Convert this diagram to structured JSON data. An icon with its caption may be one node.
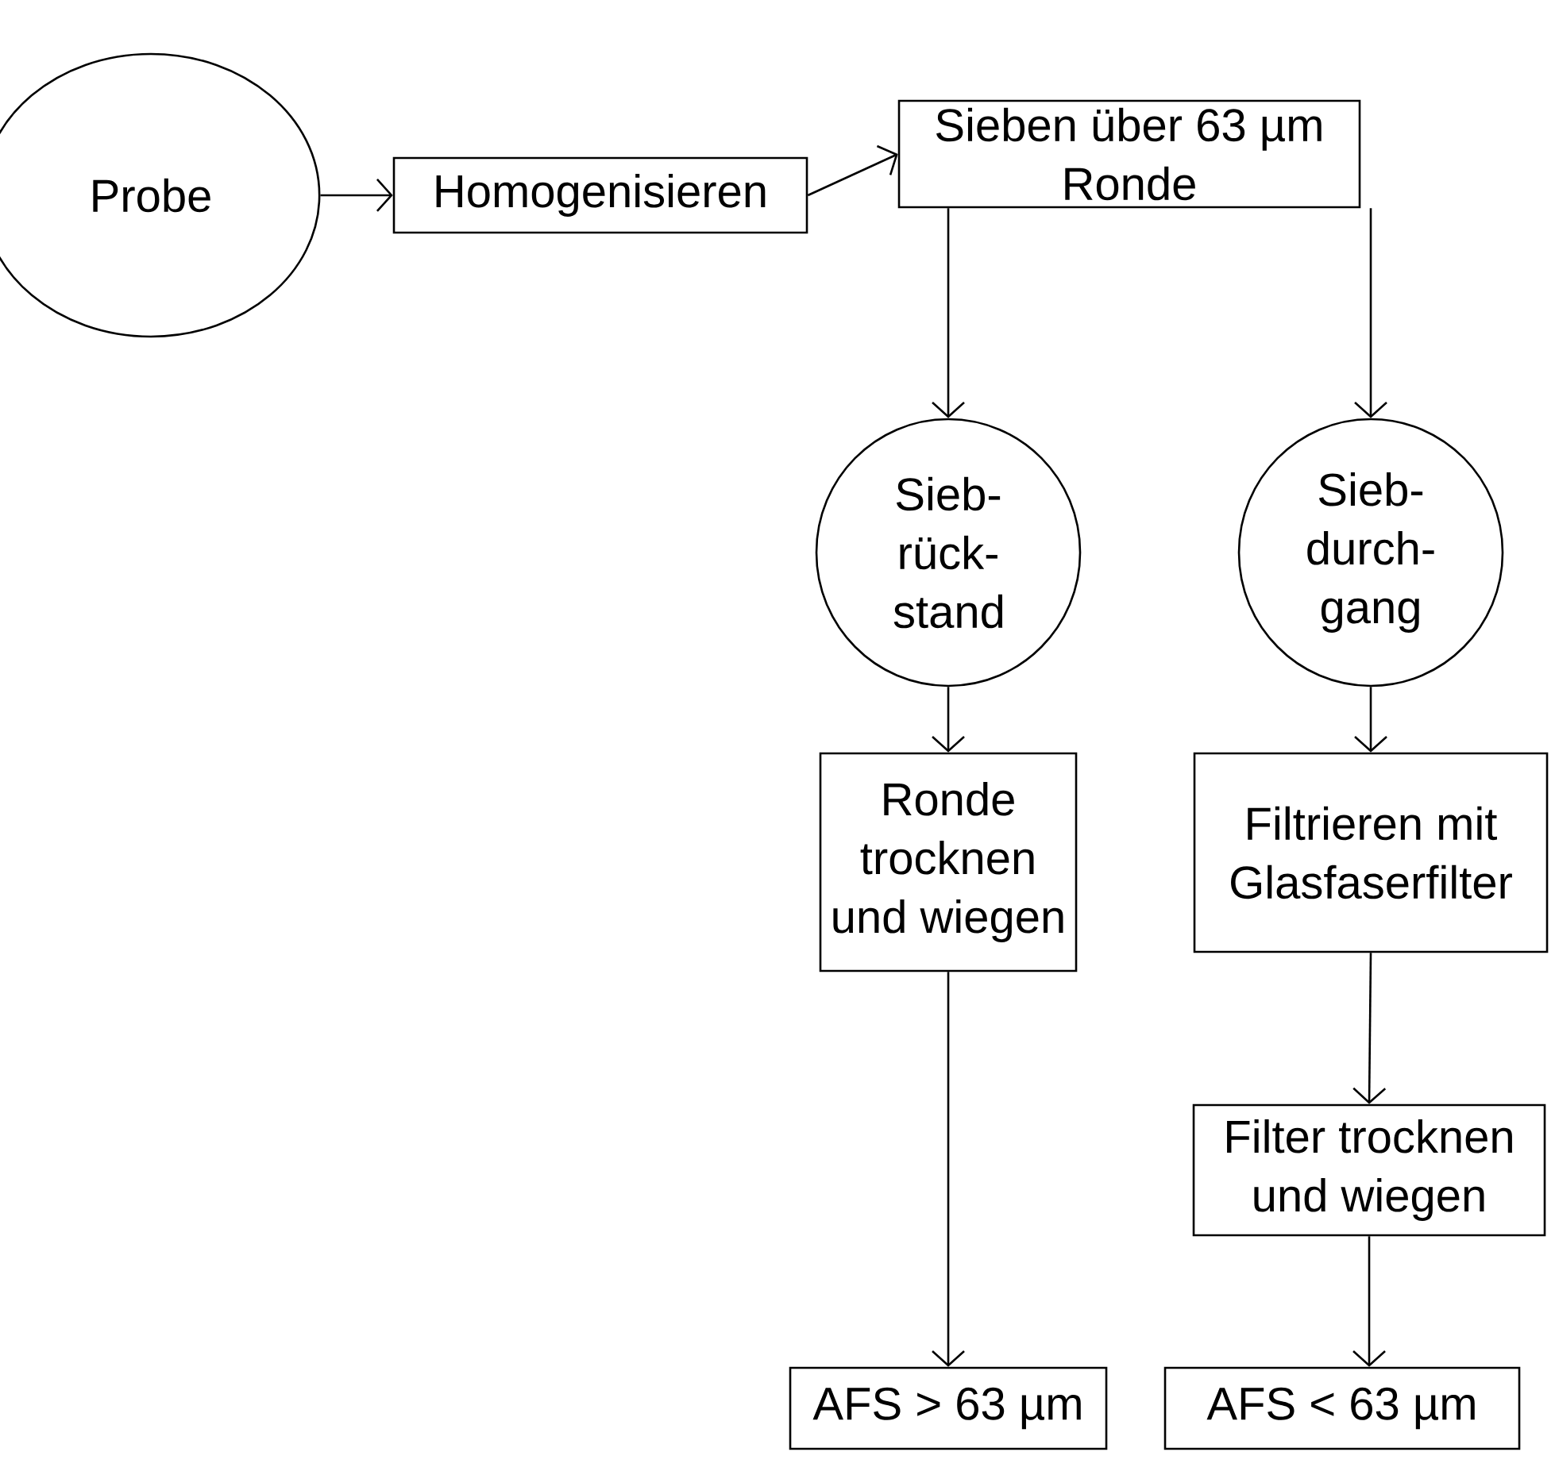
{
  "diagram": {
    "nodes": [
      {
        "text": [
          "Probe"
        ]
      },
      {
        "text": [
          "Homogenisieren"
        ]
      },
      {
        "text": [
          "Sieben über 63 µm Ronde"
        ]
      },
      {
        "text": [
          "Sieb- rück- stand"
        ]
      },
      {
        "text": [
          "Sieb- durch- gang"
        ]
      },
      {
        "text": [
          "Ronde trocknen und wiegen"
        ]
      },
      {
        "text": [
          "Filtrieren mit Glasfaserfilter"
        ]
      },
      {
        "text": [
          "Filter trocknen und wiegen"
        ]
      },
      {
        "text": [
          "AFS > 63 µm"
        ]
      },
      {
        "text": [
          "AFS < 63 µm"
        ]
      }
    ],
    "edges": [
      {
        "from": 0,
        "to": 1,
        "arrow": "to"
      },
      {
        "from": 1,
        "to": 2,
        "arrow": "to"
      },
      {
        "from": 2,
        "to": 3,
        "arrow": "to"
      },
      {
        "from": 2,
        "to": 4,
        "arrow": "to"
      },
      {
        "from": 3,
        "to": 5,
        "arrow": "to"
      },
      {
        "from": 4,
        "to": 6,
        "arrow": "to"
      },
      {
        "from": 5,
        "to": 8,
        "arrow": "to"
      },
      {
        "from": 6,
        "to": 7,
        "arrow": "to"
      },
      {
        "from": 7,
        "to": 9,
        "arrow": "to"
      }
    ]
  }
}
